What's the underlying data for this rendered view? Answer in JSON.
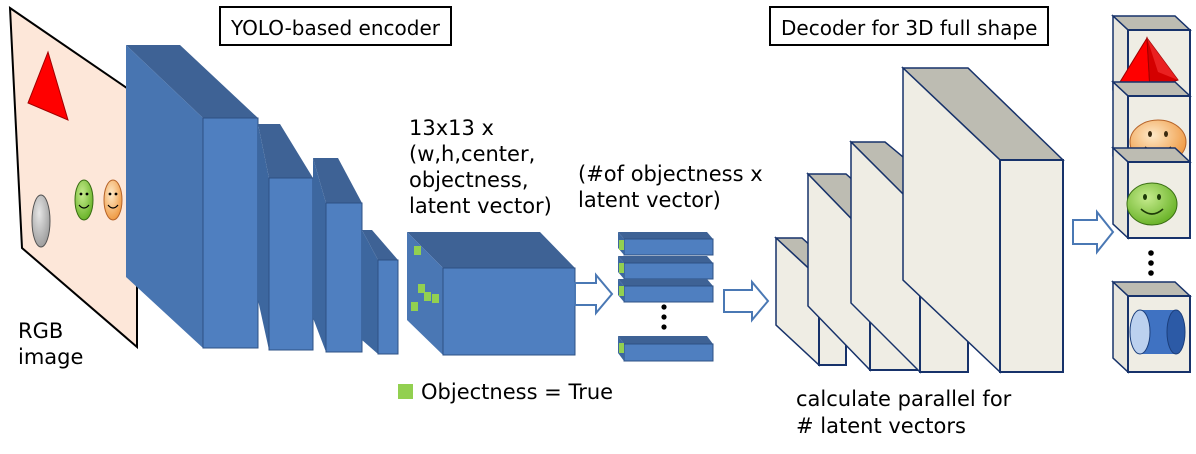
{
  "title_boxes": {
    "encoder": "YOLO-based encoder",
    "decoder": "Decoder for 3D full shape"
  },
  "input_label": {
    "line1": "RGB",
    "line2": "image"
  },
  "yolo_output_label": {
    "line1": "13x13 x",
    "line2": "(w,h,center,",
    "line3": "objectness,",
    "line4": "latent vector)"
  },
  "latent_label": {
    "line1": "(#of objectness x",
    "line2": "latent vector)"
  },
  "legend": {
    "text": "Objectness = True"
  },
  "decoder_note": {
    "line1": "calculate parallel for",
    "line2": "# latent vectors"
  },
  "colors": {
    "encoder_front": "#4f7fc0",
    "encoder_top": "#3e6295",
    "encoder_side": "#2e5084",
    "objectness": "#92d050",
    "decoder_front": "#efede4",
    "decoder_top": "#bdbcb2",
    "image_plane": "#fde7d9",
    "arrow": "#4a78b4"
  },
  "icons": [
    "red-pyramid-icon",
    "orange-smiley-icon",
    "green-smiley-icon",
    "blue-cylinder-icon"
  ]
}
